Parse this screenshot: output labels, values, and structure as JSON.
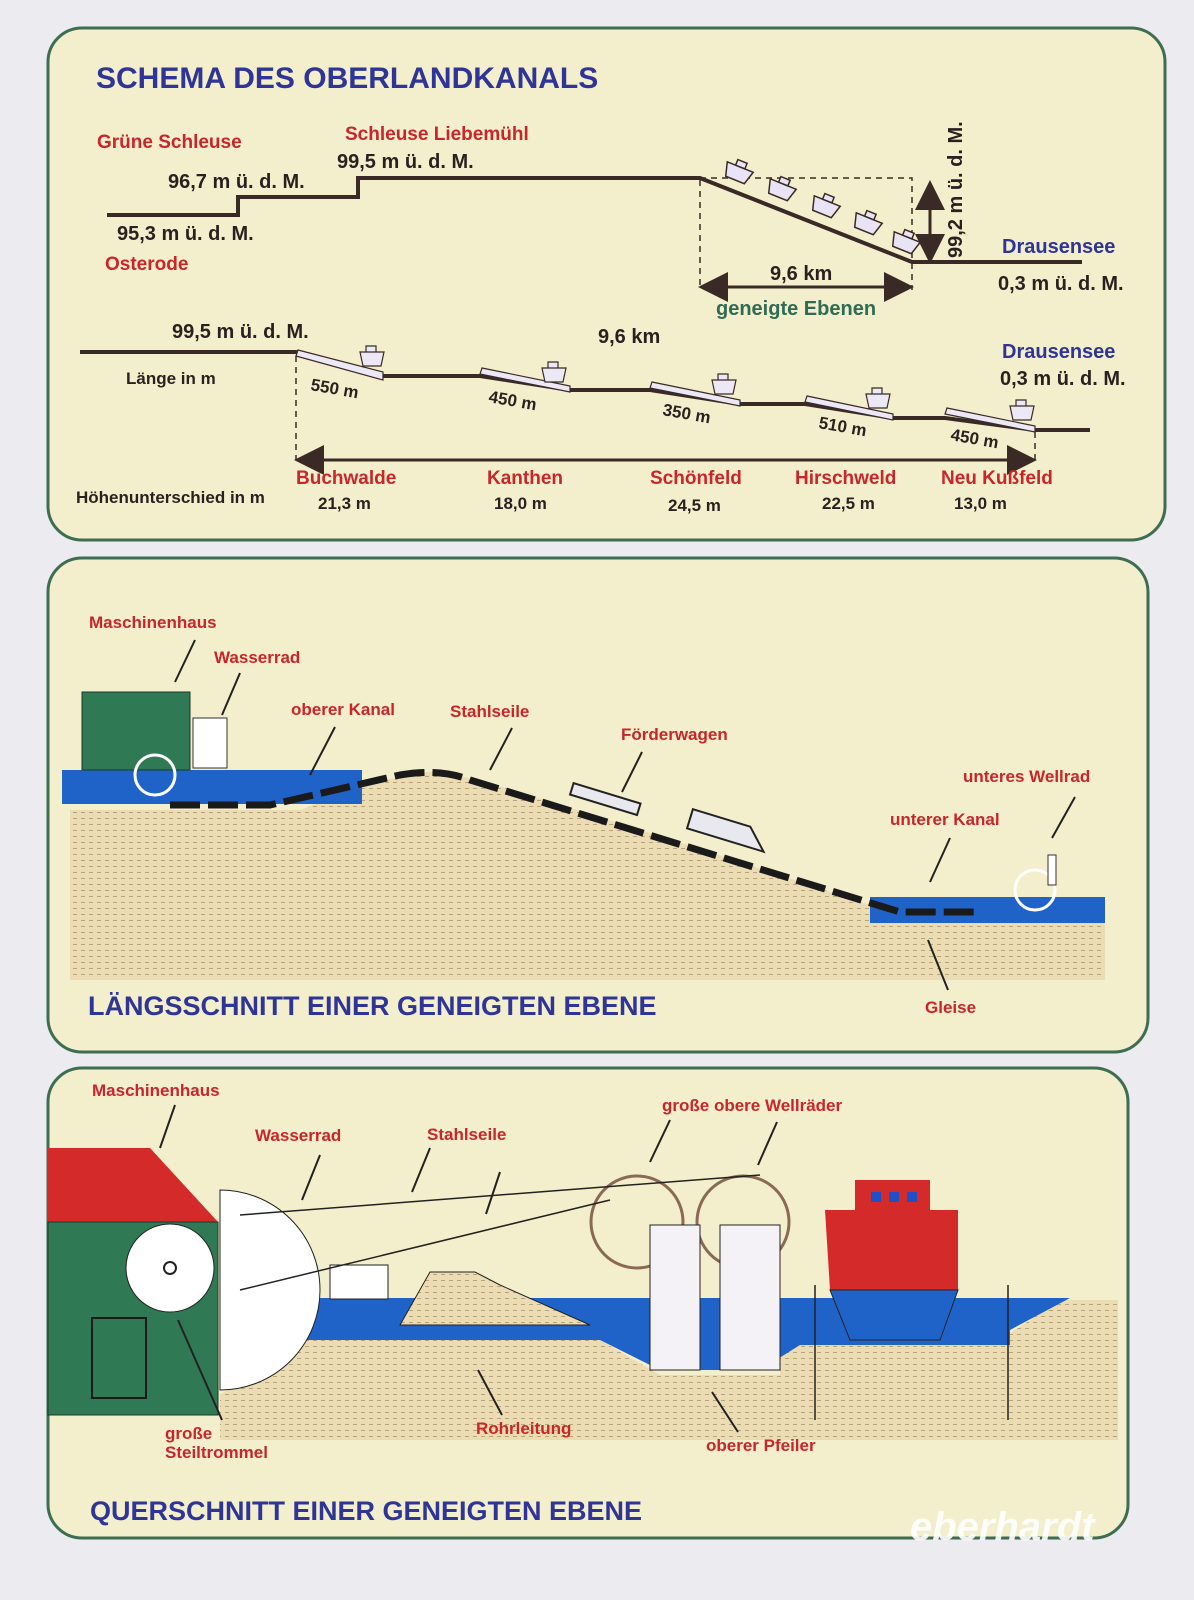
{
  "schema": {
    "title": "SCHEMA DES OBERLANDKANALS",
    "gruene_schleuse": "Grüne Schleuse",
    "schleuse_liebemuehl": "Schleuse Liebemühl",
    "h_967": "96,7 m ü. d. M.",
    "h_995_top": "99,5 m ü. d. M.",
    "h_953": "95,3 m ü. d. M.",
    "osterode": "Osterode",
    "h_992": "99,2 m ü. d. M.",
    "drausensee_top": "Drausensee",
    "h_03_top": "0,3 m ü. d. M.",
    "dist_top": "9,6 km",
    "geneigte_ebenen": "geneigte Ebenen",
    "h_995_bottom": "99,5 m ü. d. M.",
    "laenge_label": "Länge in m",
    "dist_bottom": "9,6 km",
    "drausensee_bottom": "Drausensee",
    "h_03_bottom": "0,3 m ü. d. M.",
    "hoehen_label": "Höhenunterschied in m",
    "planes": [
      {
        "name": "Buchwalde",
        "length": "550 m",
        "height": "21,3 m"
      },
      {
        "name": "Kanthen",
        "length": "450 m",
        "height": "18,0 m"
      },
      {
        "name": "Schönfeld",
        "length": "350 m",
        "height": "24,5 m"
      },
      {
        "name": "Hirschweld",
        "length": "510 m",
        "height": "22,5 m"
      },
      {
        "name": "Neu Kußfeld",
        "length": "450 m",
        "height": "13,0 m"
      }
    ]
  },
  "laengsschnitt": {
    "title": "LÄNGSSCHNITT EINER GENEIGTEN EBENE",
    "maschinenhaus": "Maschinenhaus",
    "wasserrad": "Wasserrad",
    "oberer_kanal": "oberer Kanal",
    "stahlseile": "Stahlseile",
    "foerderwagen": "Förderwagen",
    "unteres_wellrad": "unteres Wellrad",
    "unterer_kanal": "unterer Kanal",
    "gleise": "Gleise"
  },
  "querschnitt": {
    "title": "QUERSCHNITT EINER GENEIGTEN EBENE",
    "maschinenhaus": "Maschinenhaus",
    "wasserrad": "Wasserrad",
    "stahlseile": "Stahlseile",
    "wellraeder": "große obere Wellräder",
    "steiltrommel_1": "große",
    "steiltrommel_2": "Steiltrommel",
    "rohrleitung": "Rohrleitung",
    "oberer_pfeiler": "oberer Pfeiler"
  },
  "watermark": "eberhardt",
  "colors": {
    "red": "#c9262b",
    "blue": "#2e3596",
    "water": "#1f63c9",
    "frame": "#3d6e52"
  }
}
